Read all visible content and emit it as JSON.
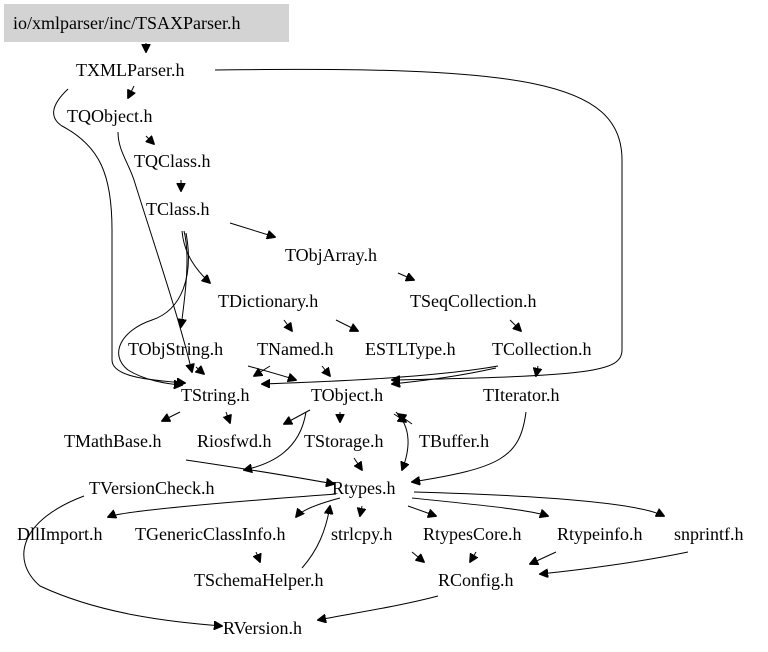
{
  "diagram": {
    "root": "io/xmlparser/inc/TSAXParser.h",
    "nodes": [
      {
        "id": "tsaxparser",
        "label": "io/xmlparser/inc/TSAXParser.h"
      },
      {
        "id": "txmlparser",
        "label": "TXMLParser.h"
      },
      {
        "id": "tqobject",
        "label": "TQObject.h"
      },
      {
        "id": "tqclass",
        "label": "TQClass.h"
      },
      {
        "id": "tclass",
        "label": "TClass.h"
      },
      {
        "id": "tobjarray",
        "label": "TObjArray.h"
      },
      {
        "id": "tdictionary",
        "label": "TDictionary.h"
      },
      {
        "id": "tseqcollection",
        "label": "TSeqCollection.h"
      },
      {
        "id": "tobjstring",
        "label": "TObjString.h"
      },
      {
        "id": "tnamed",
        "label": "TNamed.h"
      },
      {
        "id": "estltype",
        "label": "ESTLType.h"
      },
      {
        "id": "tcollection",
        "label": "TCollection.h"
      },
      {
        "id": "tstring",
        "label": "TString.h"
      },
      {
        "id": "tobject",
        "label": "TObject.h"
      },
      {
        "id": "titerator",
        "label": "TIterator.h"
      },
      {
        "id": "tmathbase",
        "label": "TMathBase.h"
      },
      {
        "id": "riosfwd",
        "label": "Riosfwd.h"
      },
      {
        "id": "tstorage",
        "label": "TStorage.h"
      },
      {
        "id": "tbuffer",
        "label": "TBuffer.h"
      },
      {
        "id": "tversioncheck",
        "label": "TVersionCheck.h"
      },
      {
        "id": "rtypes",
        "label": "Rtypes.h"
      },
      {
        "id": "dllimport",
        "label": "DllImport.h"
      },
      {
        "id": "tgenericclassinfo",
        "label": "TGenericClassInfo.h"
      },
      {
        "id": "strlcpy",
        "label": "strlcpy.h"
      },
      {
        "id": "rtypescore",
        "label": "RtypesCore.h"
      },
      {
        "id": "rtypeinfo",
        "label": "Rtypeinfo.h"
      },
      {
        "id": "snprintf",
        "label": "snprintf.h"
      },
      {
        "id": "tschemahelper",
        "label": "TSchemaHelper.h"
      },
      {
        "id": "rconfig",
        "label": "RConfig.h"
      },
      {
        "id": "rversion",
        "label": "RVersion.h"
      }
    ]
  }
}
